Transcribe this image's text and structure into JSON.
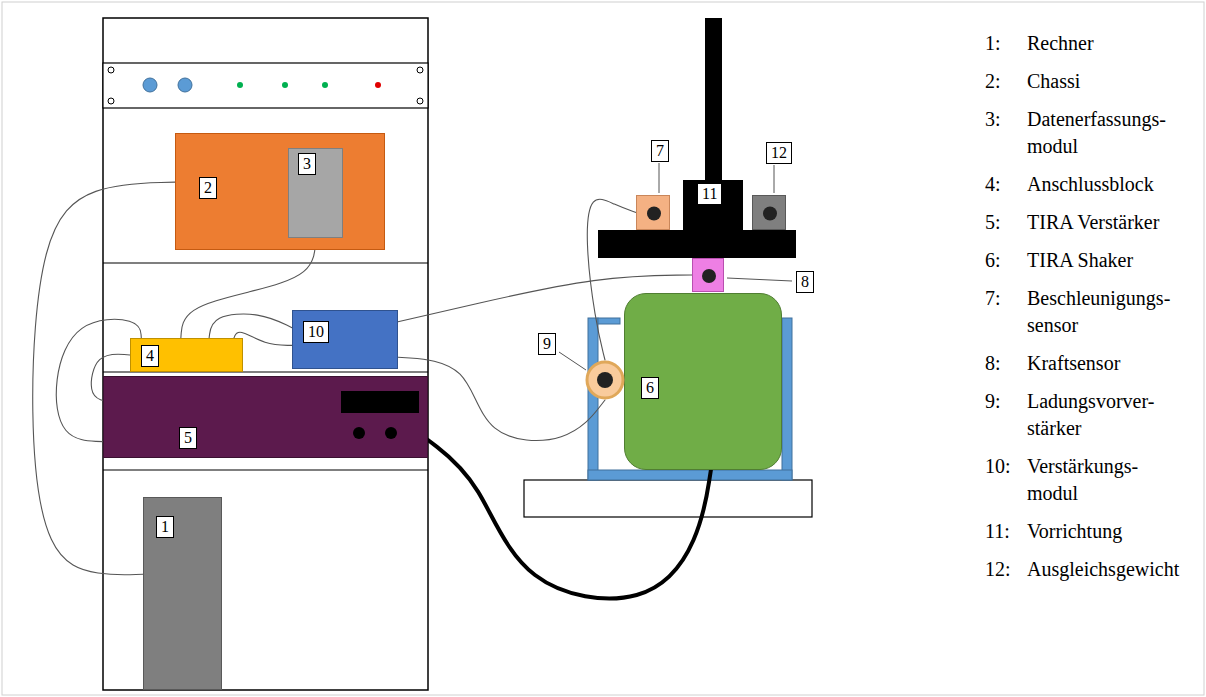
{
  "diagram": {
    "nodes": [
      {
        "text": [
          "1"
        ]
      },
      {
        "text": [
          "2"
        ]
      },
      {
        "text": [
          "3"
        ],
        "in": 1
      },
      {
        "text": [
          "4"
        ]
      },
      {
        "text": [
          "5"
        ]
      },
      {
        "text": [
          "6"
        ]
      },
      {
        "text": [
          "7"
        ]
      },
      {
        "text": [
          "8"
        ]
      },
      {
        "text": [
          "9"
        ]
      },
      {
        "text": [
          "10"
        ]
      },
      {
        "text": [
          "11"
        ]
      },
      {
        "text": [
          "12"
        ]
      }
    ],
    "edges": [
      {
        "from": 1,
        "to": 0,
        "arrow": "none"
      },
      {
        "from": 2,
        "to": 3,
        "arrow": "none"
      },
      {
        "from": 3,
        "to": 4,
        "arrow": "none"
      },
      {
        "from": 3,
        "to": 4,
        "arrow": "none"
      },
      {
        "from": 3,
        "to": 9,
        "arrow": "none"
      },
      {
        "from": 3,
        "to": 9,
        "arrow": "none"
      },
      {
        "from": 9,
        "to": 7,
        "arrow": "none"
      },
      {
        "from": 9,
        "to": 8,
        "arrow": "none"
      },
      {
        "from": 8,
        "to": 6,
        "arrow": "none"
      },
      {
        "from": 4,
        "to": 5,
        "arrow": "none"
      }
    ],
    "labels": [
      "1:",
      "Rechner",
      "2:",
      "Chassi",
      "3:",
      "Datenerfassungs- modul",
      "4:",
      "Anschlussblock",
      "5:",
      "TIRA Verstärker",
      "6:",
      "TIRA Shaker",
      "7:",
      "Beschleunigungs- sensor",
      "8:",
      "Kraftsensor",
      "9:",
      "Ladungsvorver- stärker",
      "10:",
      "Verstärkungs- modul",
      "11:",
      "Vorrichtung",
      "12:",
      "Ausgleichsgewicht"
    ]
  }
}
